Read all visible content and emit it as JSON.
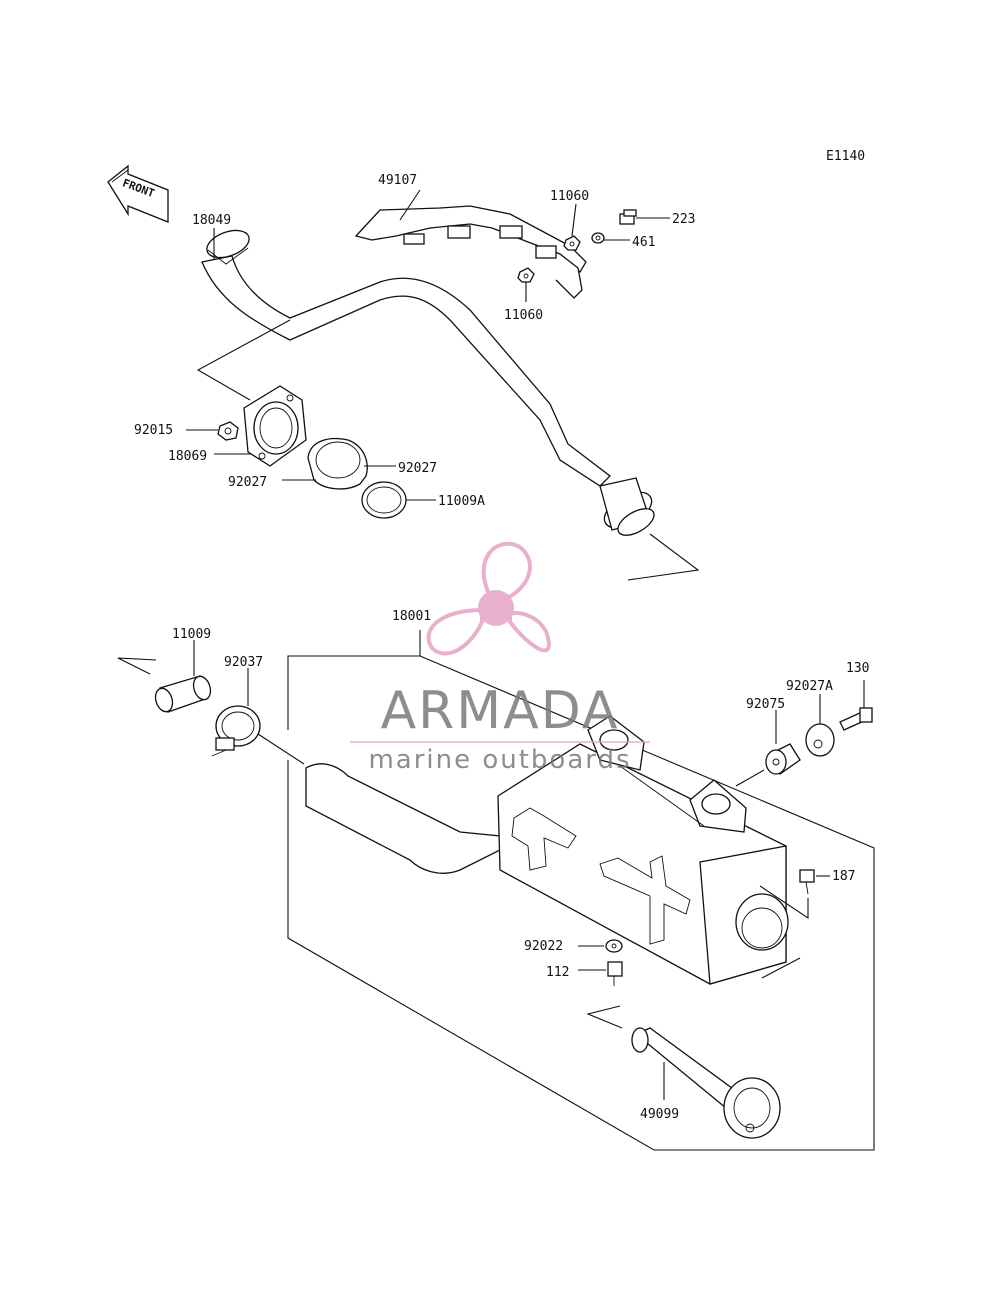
{
  "diagram_code": "E1140",
  "front_label": "FRONT",
  "parts": {
    "p49107": "49107",
    "p11060_top": "11060",
    "p223": "223",
    "p461": "461",
    "p18049": "18049",
    "p11060_bottom": "11060",
    "p92015": "92015",
    "p18069": "18069",
    "p92027_right": "92027",
    "p92027_left": "92027",
    "p11009A": "11009A",
    "p18001": "18001",
    "p11009": "11009",
    "p92037": "92037",
    "p130": "130",
    "p92027A": "92027A",
    "p92075": "92075",
    "p187": "187",
    "p92022": "92022",
    "p112": "112",
    "p49099": "49099"
  },
  "watermark": {
    "brand": "ARMADA",
    "tagline": "marine outboards",
    "brand_color": "#7a7a7a",
    "accent_color": "#e4a3c4",
    "logo_icon": "propeller-icon"
  }
}
